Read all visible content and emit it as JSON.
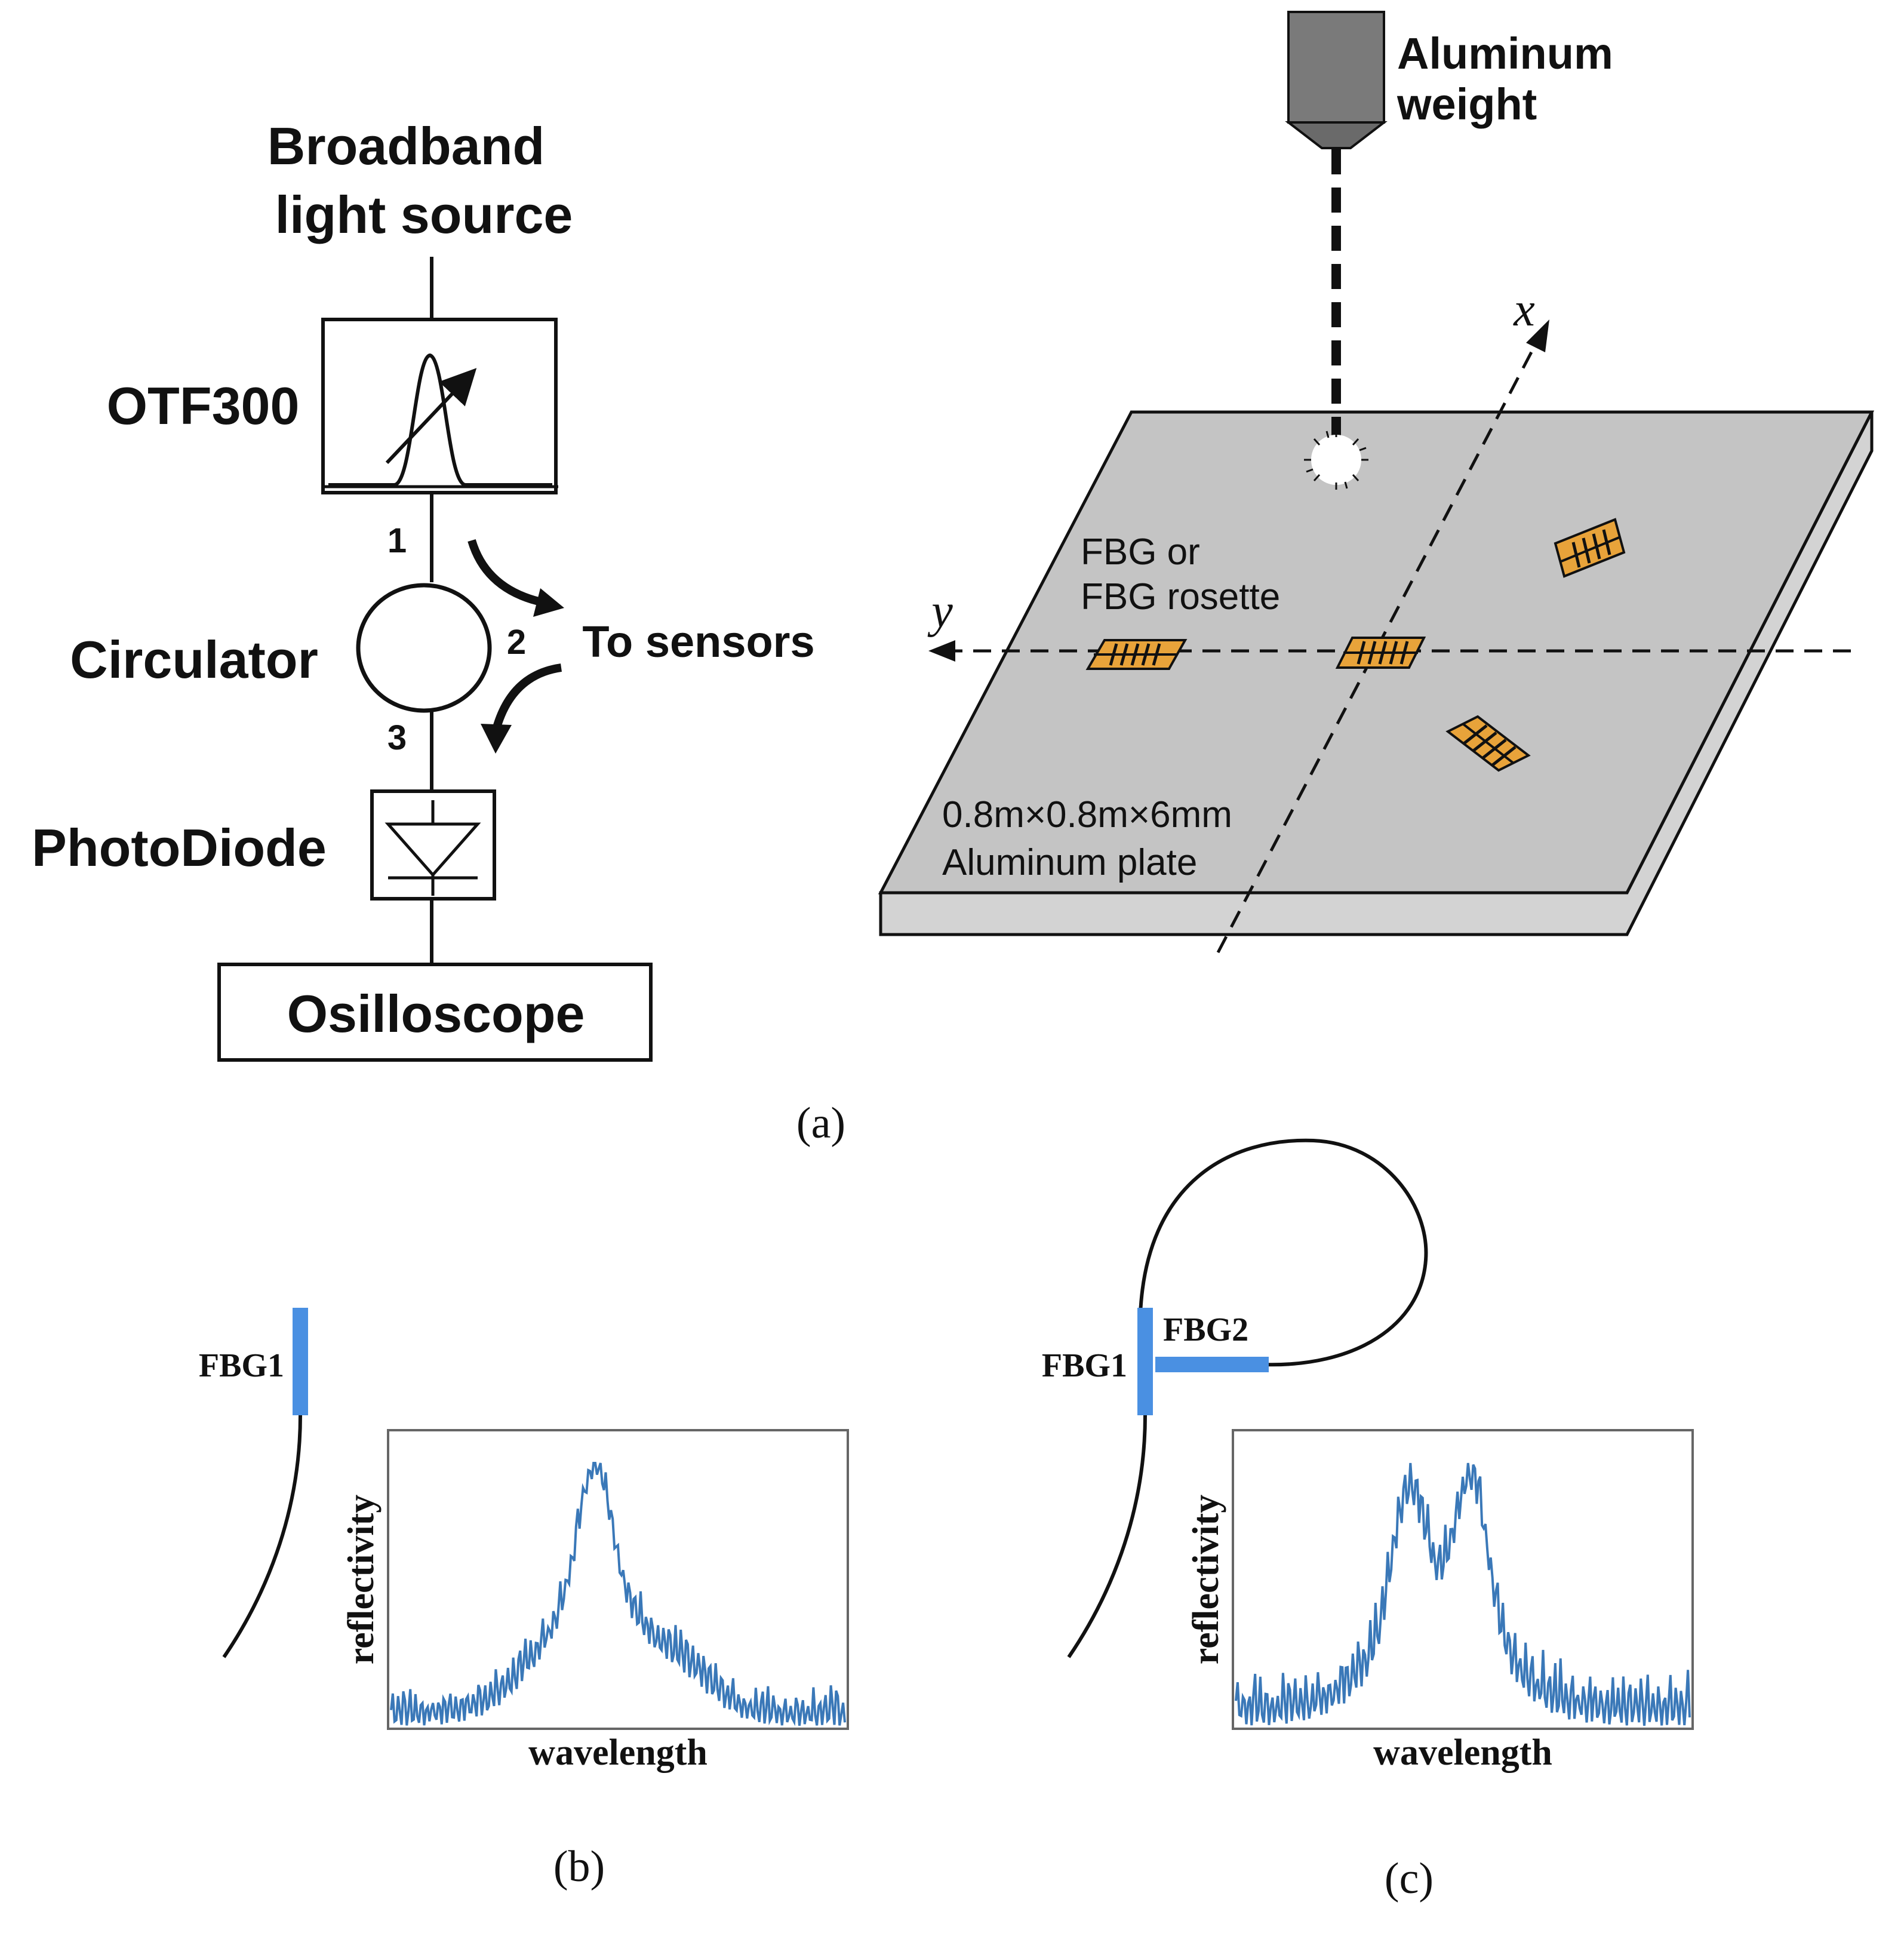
{
  "panel_a": {
    "caption": "(a)",
    "source_label_line1": "Broadband",
    "source_label_line2": "light source",
    "filter_label": "OTF300",
    "circulator_label": "Circulator",
    "photodiode_label": "PhotoDiode",
    "oscilloscope_label": "Osilloscope",
    "port_1": "1",
    "port_2": "2",
    "port_3": "3",
    "to_sensors": "To sensors",
    "weight_label_line1": "Aluminum",
    "weight_label_line2": "weight",
    "axis_x": "x",
    "axis_y": "y",
    "fbg_label_line1": "FBG or",
    "fbg_label_line2": "FBG rosette",
    "plate_label_line1": "0.8m×0.8m×6mm",
    "plate_label_line2": "Aluminum plate"
  },
  "panel_b": {
    "caption": "(b)",
    "fbg1_label": "FBG1",
    "xlabel": "wavelength",
    "ylabel": "reflectivity"
  },
  "panel_c": {
    "caption": "(c)",
    "fbg1_label": "FBG1",
    "fbg2_label": "FBG2",
    "xlabel": "wavelength",
    "ylabel": "reflectivity"
  },
  "colors": {
    "plate_top": "#c4c4c4",
    "plate_edge": "#d3d3d3",
    "weight": "#7a7a7a",
    "fbg_blue": "#4a90e2",
    "spectrum": "#3a78b8",
    "sensor_orange": "#e8a33a"
  }
}
